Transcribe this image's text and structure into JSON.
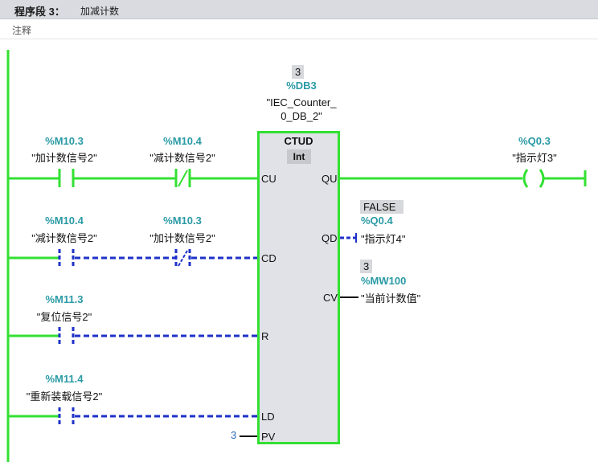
{
  "network": {
    "title": "程序段 3：",
    "name": "加减计数",
    "comment": "注释"
  },
  "instance": {
    "value": "3",
    "operand": "%DB3",
    "symbol_line1": "\"IEC_Counter_",
    "symbol_line2": "0_DB_2\""
  },
  "block": {
    "name": "CTUD",
    "type": "Int",
    "pins": {
      "cu": "CU",
      "cd": "CD",
      "r": "R",
      "ld": "LD",
      "pv": "PV",
      "qu": "QU",
      "qd": "QD",
      "cv": "CV"
    },
    "pv_value": "3"
  },
  "contacts": [
    {
      "operand": "%M10.3",
      "symbol": "\"加计数信号2\"",
      "type": "NO",
      "powered": true
    },
    {
      "operand": "%M10.4",
      "symbol": "\"减计数信号2\"",
      "type": "NC",
      "powered": true
    },
    {
      "operand": "%M10.4",
      "symbol": "\"减计数信号2\"",
      "type": "NO",
      "powered": false
    },
    {
      "operand": "%M10.3",
      "symbol": "\"加计数信号2\"",
      "type": "NC",
      "powered": false
    },
    {
      "operand": "%M11.3",
      "symbol": "\"复位信号2\"",
      "type": "NO",
      "powered": false
    },
    {
      "operand": "%M11.4",
      "symbol": "\"重新装载信号2\"",
      "type": "NO",
      "powered": false
    }
  ],
  "outputs": {
    "coil": {
      "operand": "%Q0.3",
      "symbol": "\"指示灯3\""
    },
    "qd": {
      "value": "FALSE",
      "operand": "%Q0.4",
      "symbol": "\"指示灯4\""
    },
    "cv": {
      "value": "3",
      "operand": "%MW100",
      "symbol": "\"当前计数值\""
    }
  },
  "colors": {
    "powered": "#33e033",
    "unpowered": "#1e32c8",
    "operand": "#2a9aa5"
  }
}
